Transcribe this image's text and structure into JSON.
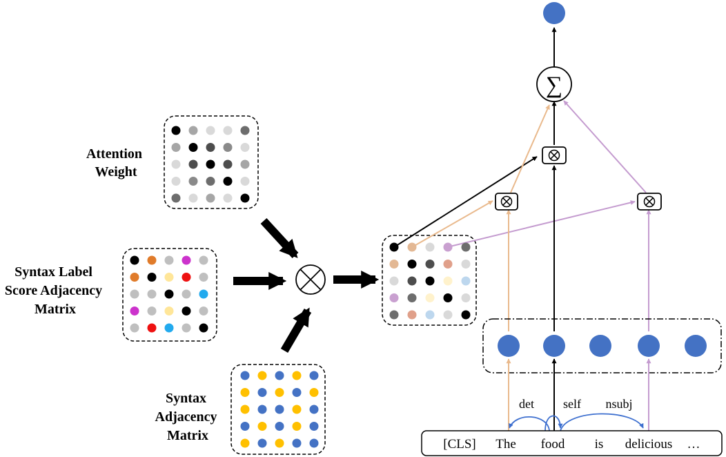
{
  "labels": {
    "attention_weight": [
      "Attention",
      "Weight"
    ],
    "label_score": [
      "Syntax Label",
      "Score Adjacency",
      "Matrix"
    ],
    "syntax_adj": [
      "Syntax",
      "Adjacency",
      "Matrix"
    ]
  },
  "sum_symbol": "∑",
  "tokens": [
    "[CLS]",
    "The",
    "food",
    "is",
    "delicious",
    "…"
  ],
  "arc_labels": [
    "det",
    "self",
    "nsubj"
  ],
  "colors": {
    "node_blue": "#4472c4",
    "peach": "#e9b98c",
    "lavender": "#c49bcf",
    "arrow_blue": "#3d6fcf",
    "black": "#000000"
  },
  "matrices": {
    "attention": [
      [
        "#000000",
        "#a6a6a6",
        "#d9d9d9",
        "#d9d9d9",
        "#6d6d6d"
      ],
      [
        "#a6a6a6",
        "#000000",
        "#4d4d4d",
        "#8a8a8a",
        "#d9d9d9"
      ],
      [
        "#d9d9d9",
        "#4d4d4d",
        "#000000",
        "#4d4d4d",
        "#a6a6a6"
      ],
      [
        "#d9d9d9",
        "#8a8a8a",
        "#6d6d6d",
        "#000000",
        "#d9d9d9"
      ],
      [
        "#6d6d6d",
        "#d9d9d9",
        "#a6a6a6",
        "#d9d9d9",
        "#000000"
      ]
    ],
    "label_score": [
      [
        "#000000",
        "#e07b2a",
        "#bfbfbf",
        "#cc33cc",
        "#bfbfbf"
      ],
      [
        "#e07b2a",
        "#000000",
        "#ffe699",
        "#ee1111",
        "#bfbfbf"
      ],
      [
        "#bfbfbf",
        "#bfbfbf",
        "#000000",
        "#bfbfbf",
        "#22aaee"
      ],
      [
        "#cc33cc",
        "#bfbfbf",
        "#ffe699",
        "#000000",
        "#bfbfbf"
      ],
      [
        "#bfbfbf",
        "#ee1111",
        "#22aaee",
        "#bfbfbf",
        "#000000"
      ]
    ],
    "syntax_adj": [
      [
        "#4472c4",
        "#ffc000",
        "#4472c4",
        "#ffc000",
        "#4472c4"
      ],
      [
        "#ffc000",
        "#4472c4",
        "#ffc000",
        "#4472c4",
        "#ffc000"
      ],
      [
        "#ffc000",
        "#4472c4",
        "#4472c4",
        "#ffc000",
        "#4472c4"
      ],
      [
        "#4472c4",
        "#ffc000",
        "#4472c4",
        "#ffc000",
        "#4472c4"
      ],
      [
        "#ffc000",
        "#4472c4",
        "#ffc000",
        "#4472c4",
        "#4472c4"
      ]
    ],
    "result": [
      [
        "#000000",
        "#e3b894",
        "#d9d9d9",
        "#c9a0d0",
        "#6d6d6d"
      ],
      [
        "#e3b894",
        "#000000",
        "#4d4d4d",
        "#e0a08a",
        "#d9d9d9"
      ],
      [
        "#d9d9d9",
        "#4d4d4d",
        "#000000",
        "#fff2cc",
        "#bdd7ee"
      ],
      [
        "#c9a0d0",
        "#6d6d6d",
        "#fff2cc",
        "#000000",
        "#d9d9d9"
      ],
      [
        "#6d6d6d",
        "#e0a08a",
        "#bdd7ee",
        "#d9d9d9",
        "#000000"
      ]
    ]
  }
}
